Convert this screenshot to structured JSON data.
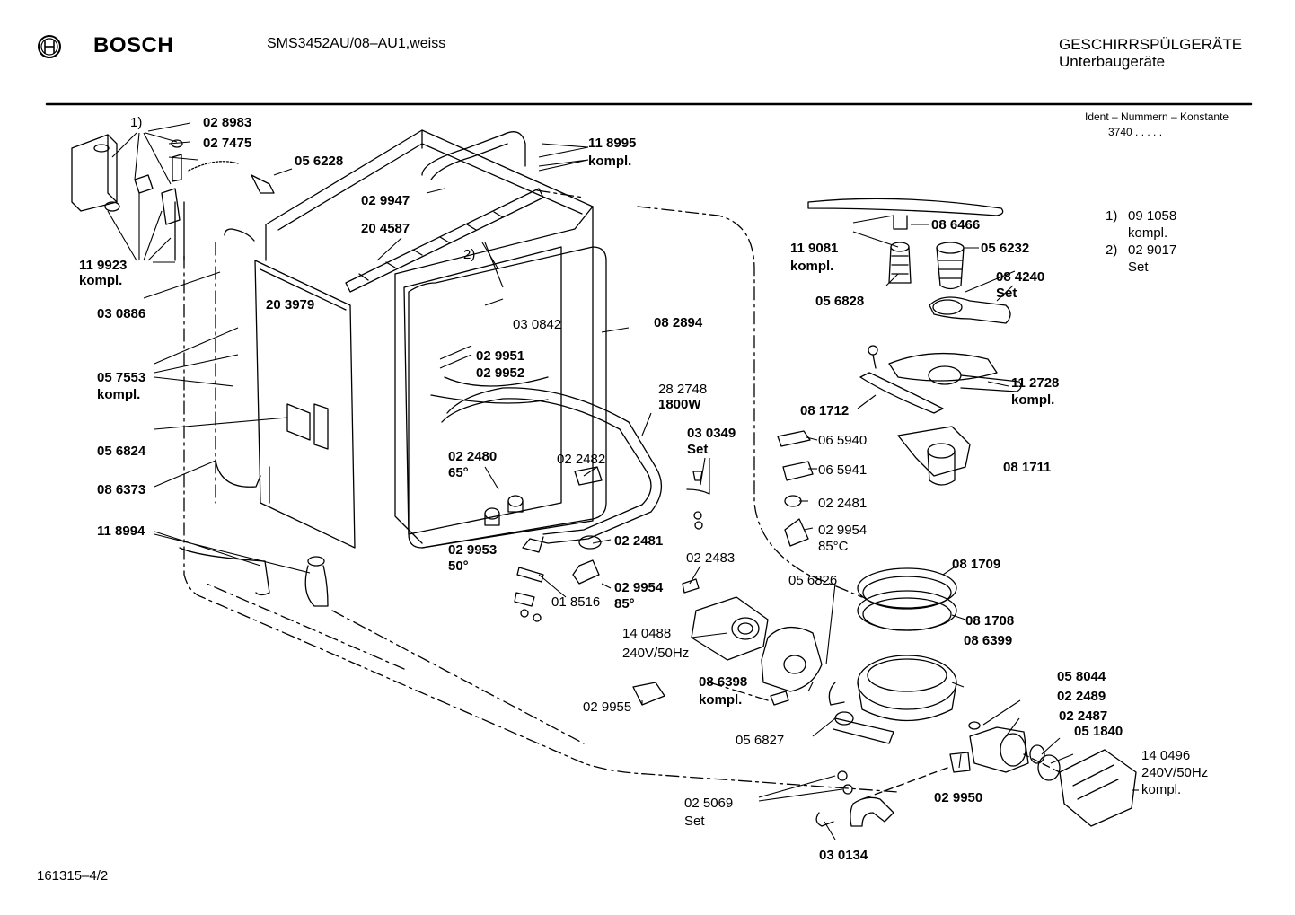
{
  "header": {
    "brand": "BOSCH",
    "model": "SMS3452AU/08–AU1,weiss",
    "category_line1": "GESCHIRRSPÜLGERÄTE",
    "category_line2": "Unterbaugeräte"
  },
  "ident": {
    "line1": "Ident – Nummern – Konstante",
    "line2": "3740  .  .  .  .  ."
  },
  "notes": [
    {
      "marker": "1)",
      "number": "09 1058",
      "suffix": "kompl."
    },
    {
      "marker": "2)",
      "number": "02 9017",
      "suffix": "Set"
    }
  ],
  "labels": [
    {
      "id": "p-note-1",
      "text": "1)",
      "bold": false
    },
    {
      "id": "p-028983",
      "text": "02 8983",
      "bold": true
    },
    {
      "id": "p-027475",
      "text": "02 7475",
      "bold": true
    },
    {
      "id": "p-056228",
      "text": "05 6228",
      "bold": true
    },
    {
      "id": "p-118995",
      "text": "11 8995",
      "bold": true
    },
    {
      "id": "p-118995-k",
      "text": "kompl.",
      "bold": true
    },
    {
      "id": "p-029947",
      "text": "02 9947",
      "bold": true
    },
    {
      "id": "p-204587",
      "text": "20 4587",
      "bold": true
    },
    {
      "id": "p-note-2",
      "text": "2)",
      "bold": false
    },
    {
      "id": "p-119923",
      "text": "11 9923",
      "bold": true
    },
    {
      "id": "p-119923-k",
      "text": "kompl.",
      "bold": true
    },
    {
      "id": "p-030886",
      "text": "03 0886",
      "bold": true
    },
    {
      "id": "p-203979",
      "text": "20 3979",
      "bold": true
    },
    {
      "id": "p-030842",
      "text": "03 0842",
      "bold": false
    },
    {
      "id": "p-082894",
      "text": "08 2894",
      "bold": true
    },
    {
      "id": "p-029951",
      "text": "02 9951",
      "bold": true
    },
    {
      "id": "p-029952",
      "text": "02 9952",
      "bold": true
    },
    {
      "id": "p-057553",
      "text": "05 7553",
      "bold": true
    },
    {
      "id": "p-057553-k",
      "text": "kompl.",
      "bold": true
    },
    {
      "id": "p-282748",
      "text": "28 2748",
      "bold": false
    },
    {
      "id": "p-1800w",
      "text": "1800W",
      "bold": true
    },
    {
      "id": "p-030349",
      "text": "03 0349",
      "bold": true
    },
    {
      "id": "p-030349-s",
      "text": "Set",
      "bold": true
    },
    {
      "id": "p-056824",
      "text": "05 6824",
      "bold": true
    },
    {
      "id": "p-022480",
      "text": "02 2480",
      "bold": true
    },
    {
      "id": "p-022480-t",
      "text": "65°",
      "bold": true
    },
    {
      "id": "p-022482",
      "text": "02 2482",
      "bold": false
    },
    {
      "id": "p-086373",
      "text": "08 6373",
      "bold": true
    },
    {
      "id": "p-118994",
      "text": "11 8994",
      "bold": true
    },
    {
      "id": "p-029953",
      "text": "02 9953",
      "bold": true
    },
    {
      "id": "p-029953-t",
      "text": "50°",
      "bold": true
    },
    {
      "id": "p-022481-a",
      "text": "02 2481",
      "bold": true
    },
    {
      "id": "p-022483",
      "text": "02 2483",
      "bold": false
    },
    {
      "id": "p-029954-a",
      "text": "02 9954",
      "bold": true
    },
    {
      "id": "p-029954-a-t",
      "text": "85°",
      "bold": true
    },
    {
      "id": "p-018516",
      "text": "01 8516",
      "bold": false
    },
    {
      "id": "p-140488",
      "text": "14 0488",
      "bold": false
    },
    {
      "id": "p-140488-v",
      "text": "240V/50Hz",
      "bold": false
    },
    {
      "id": "p-029955",
      "text": "02 9955",
      "bold": false
    },
    {
      "id": "p-086398",
      "text": "08 6398",
      "bold": true
    },
    {
      "id": "p-086398-k",
      "text": "kompl.",
      "bold": true
    },
    {
      "id": "p-056827",
      "text": "05 6827",
      "bold": false
    },
    {
      "id": "p-056826",
      "text": "05 6826",
      "bold": false
    },
    {
      "id": "p-025069",
      "text": "02 5069",
      "bold": false
    },
    {
      "id": "p-025069-s",
      "text": "Set",
      "bold": false
    },
    {
      "id": "p-030134",
      "text": "03 0134",
      "bold": true
    },
    {
      "id": "p-029950",
      "text": "02 9950",
      "bold": true
    },
    {
      "id": "p-086466",
      "text": "08 6466",
      "bold": true
    },
    {
      "id": "p-119081",
      "text": "11 9081",
      "bold": true
    },
    {
      "id": "p-119081-k",
      "text": "kompl.",
      "bold": true
    },
    {
      "id": "p-056232",
      "text": "05 6232",
      "bold": true
    },
    {
      "id": "p-084240",
      "text": "08 4240",
      "bold": true
    },
    {
      "id": "p-084240-s",
      "text": "Set",
      "bold": true
    },
    {
      "id": "p-056828",
      "text": "05 6828",
      "bold": true
    },
    {
      "id": "p-112728",
      "text": "11 2728",
      "bold": true
    },
    {
      "id": "p-112728-k",
      "text": "kompl.",
      "bold": true
    },
    {
      "id": "p-081712",
      "text": "08 1712",
      "bold": true
    },
    {
      "id": "p-065940",
      "text": "06 5940",
      "bold": false
    },
    {
      "id": "p-065941",
      "text": "06 5941",
      "bold": false
    },
    {
      "id": "p-081711",
      "text": "08 1711",
      "bold": true
    },
    {
      "id": "p-022481-b",
      "text": "02 2481",
      "bold": false
    },
    {
      "id": "p-029954-b",
      "text": "02 9954",
      "bold": false
    },
    {
      "id": "p-029954-b-t",
      "text": "85°C",
      "bold": false
    },
    {
      "id": "p-081709",
      "text": "08 1709",
      "bold": true
    },
    {
      "id": "p-081708",
      "text": "08 1708",
      "bold": true
    },
    {
      "id": "p-086399",
      "text": "08 6399",
      "bold": true
    },
    {
      "id": "p-058044",
      "text": "05 8044",
      "bold": true
    },
    {
      "id": "p-022489",
      "text": "02 2489",
      "bold": true
    },
    {
      "id": "p-022487",
      "text": "02 2487",
      "bold": true
    },
    {
      "id": "p-051840",
      "text": "05 1840",
      "bold": true
    },
    {
      "id": "p-140496",
      "text": "14 0496",
      "bold": false
    },
    {
      "id": "p-140496-v",
      "text": "240V/50Hz",
      "bold": false
    },
    {
      "id": "p-140496-k",
      "text": "kompl.",
      "bold": false
    }
  ],
  "footer": {
    "drawing_number": "161315–4/2"
  }
}
